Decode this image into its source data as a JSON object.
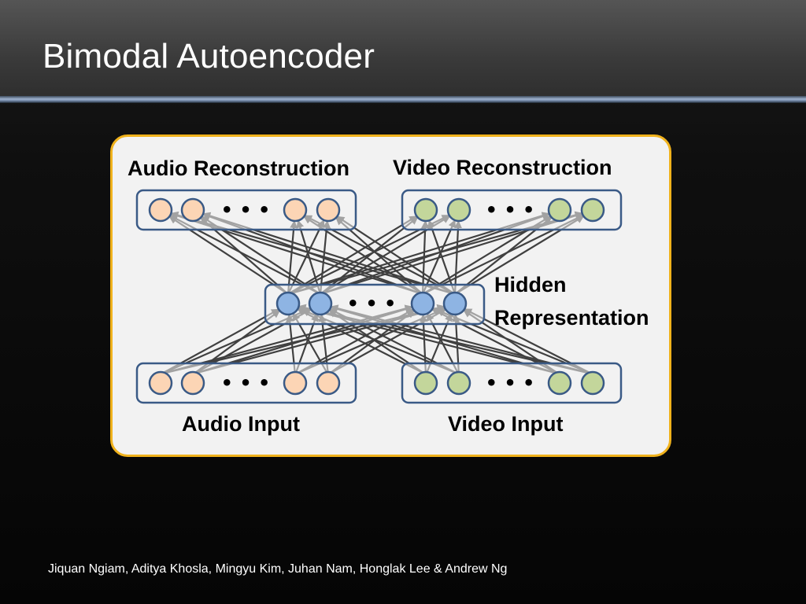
{
  "slide": {
    "title": "Bimodal Autoencoder",
    "footer": "Jiquan Ngiam, Aditya Khosla, Mingyu Kim, Juhan Nam, Honglak Lee & Andrew Ng"
  },
  "diagram": {
    "labels": {
      "audio_reconstruction": "Audio Reconstruction",
      "video_reconstruction": "Video Reconstruction",
      "hidden_line1": "Hidden",
      "hidden_line2": "Representation",
      "audio_input": "Audio Input",
      "video_input": "Video Input"
    },
    "ellipsis": "• • •",
    "colors": {
      "panel_border": "#f0b21c",
      "audio_node": "#fcd5b5",
      "video_node": "#c3d69b",
      "hidden_node": "#8eb4e3",
      "node_stroke": "#3a5a86",
      "edge": "#404040"
    }
  }
}
